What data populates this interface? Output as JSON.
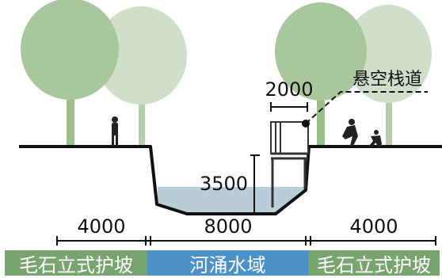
{
  "annotations": {
    "walkway_label": "悬空栈道",
    "walkway_width": "2000",
    "water_depth": "3500"
  },
  "dimensions": {
    "left": "4000",
    "center": "8000",
    "right": "4000"
  },
  "zones": {
    "left": "毛石立式护坡",
    "center": "河涌水域",
    "right": "毛石立式护坡"
  },
  "colors": {
    "ground_line": "#111111",
    "water": "#b9cdd8",
    "zone_green": "#79a46f",
    "zone_blue": "#4b92c9",
    "tree_dark": "#a9c79d",
    "tree_light": "#cfdfca",
    "trunk": "#9cbd8c"
  }
}
